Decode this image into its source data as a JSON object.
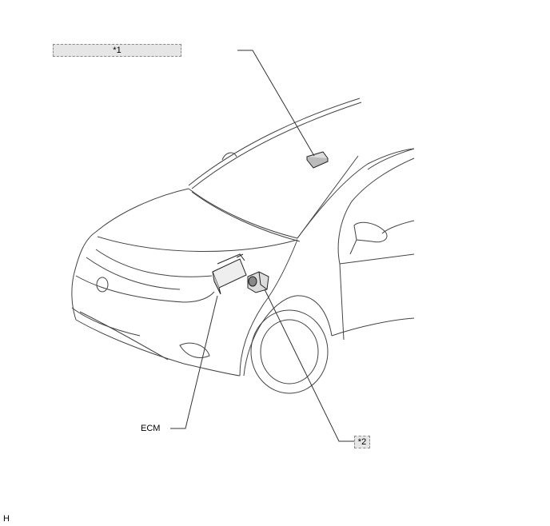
{
  "callouts": {
    "c1": "*1",
    "c2": "*2",
    "ecm": "ECM"
  },
  "page_code": "H",
  "colors": {
    "line": "#333333",
    "callout_fill": "#e6e6e6"
  }
}
